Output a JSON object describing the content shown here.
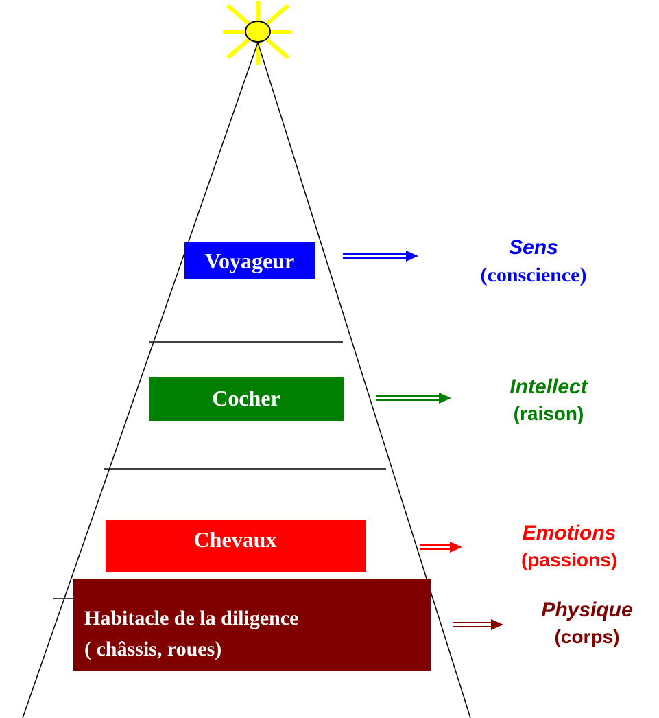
{
  "colors": {
    "voyageur": "#0000ff",
    "cocher": "#007f00",
    "chevaux": "#ff0000",
    "habitacle": "#800000",
    "sun": "#ffff00",
    "sun_stroke": "#000000",
    "line": "#000000"
  },
  "levels": [
    {
      "box_label": "Voyageur",
      "title": "Sens",
      "subtitle": "(conscience)"
    },
    {
      "box_label": "Cocher",
      "title": "Intellect",
      "subtitle": "(raison)"
    },
    {
      "box_label": "Chevaux",
      "title": "Emotions",
      "subtitle": "(passions)"
    },
    {
      "box_label": "Habitacle de la diligence",
      "box_label_line2": "( châssis, roues)",
      "title": "Physique",
      "subtitle": "(corps)"
    }
  ],
  "icons": {
    "apex": "sun-icon"
  }
}
